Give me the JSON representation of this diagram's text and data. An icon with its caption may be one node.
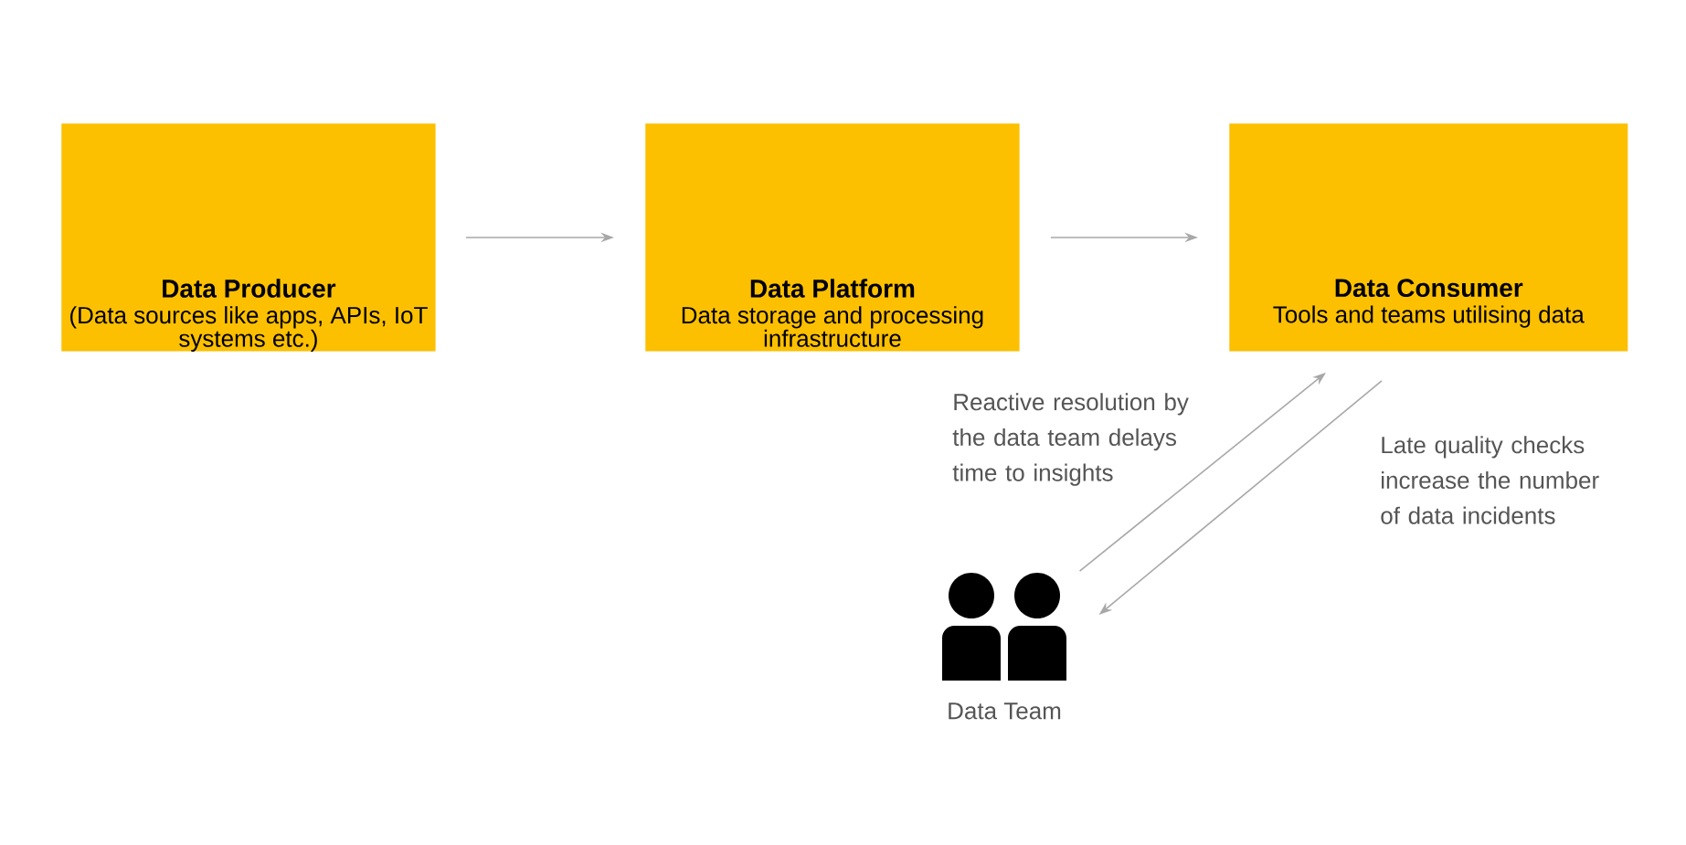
{
  "diagram": {
    "nodes": [
      {
        "text": [
          "Data Producer",
          "(Data sources like apps, APIs, IoT systems etc.)"
        ]
      },
      {
        "text": [
          "Data Platform",
          "Data storage and processing infrastructure"
        ]
      },
      {
        "text": [
          "Data Consumer",
          "Tools and teams utilising data"
        ]
      },
      {
        "text": [],
        "shape": "person",
        "beside": [
          "Data Team"
        ]
      }
    ],
    "edges": [
      {
        "from": 0,
        "to": 1,
        "arrow": "to"
      },
      {
        "from": 1,
        "to": 2,
        "arrow": "to"
      },
      {
        "from": 3,
        "to": 2,
        "arrow": "to",
        "label": "Reactive resolution by the data team delays time to insights"
      },
      {
        "from": 2,
        "to": 3,
        "arrow": "to",
        "label": "Late quality checks increase the number of data incidents"
      }
    ]
  }
}
